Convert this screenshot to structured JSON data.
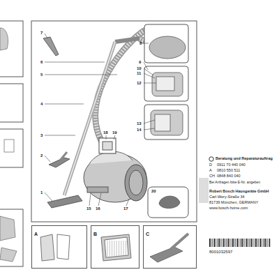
{
  "diagram": {
    "nodes": [
      {
        "text": [
          "A"
        ]
      },
      {
        "text": [
          "B"
        ]
      },
      {
        "text": [
          "C"
        ]
      }
    ],
    "labels": [
      "7",
      "6",
      "5",
      "4",
      "3",
      "2",
      "1",
      "8",
      "9",
      "10",
      "11",
      "12",
      "13",
      "14",
      "18",
      "19",
      "15",
      "16",
      "17",
      "20",
      "Beratung und Reparaturauftrag",
      "D",
      "0911 70 440 040",
      "A",
      "0810 550 511",
      "CH",
      "0848 840 040",
      "Bei Anfragen bitte E-Nr. angeben",
      "Robert Bosch Hausgeräte GmbH",
      "Carl-Wery-Straße 34",
      "81739 München, GERMANY",
      "www.bosch-home.com",
      "8001032597"
    ]
  }
}
